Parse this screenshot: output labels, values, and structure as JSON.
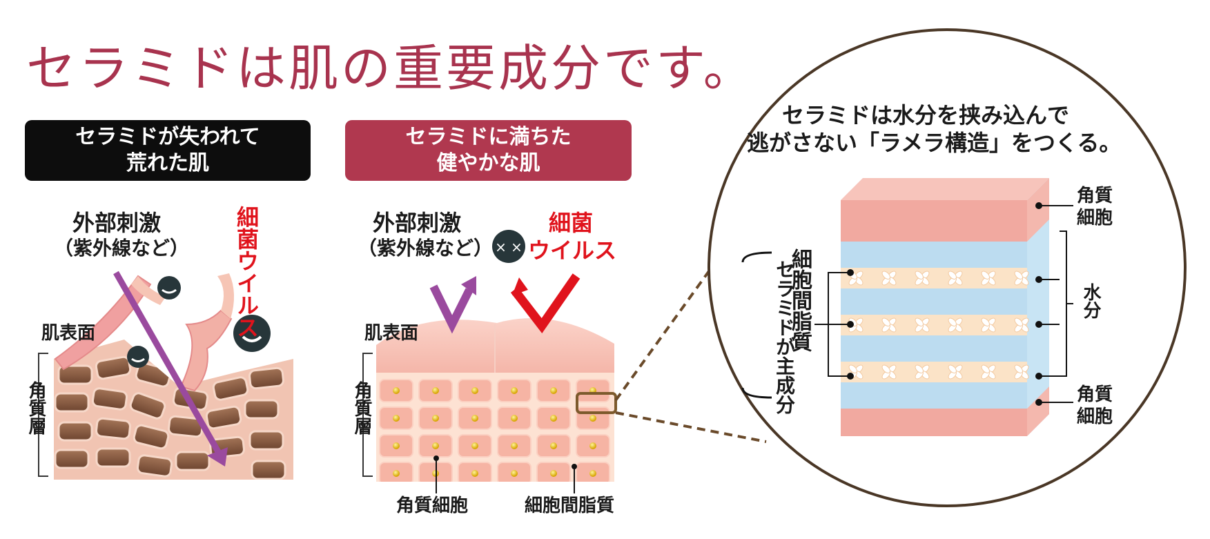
{
  "title": "セラミドは肌の重要成分です。",
  "panels": {
    "damaged": {
      "header_line1": "セラミドが失われて",
      "header_line2": "荒れた肌",
      "stimulus_line1": "外部刺激",
      "stimulus_line2": "（紫外線など）",
      "bacteria": "細菌ウイルス",
      "surface": "肌表面",
      "layer": "角質層"
    },
    "healthy": {
      "header_line1": "セラミドに満ちた",
      "header_line2": "健やかな肌",
      "stimulus_line1": "外部刺激",
      "stimulus_line2": "（紫外線など）",
      "bacteria_line1": "細菌",
      "bacteria_line2": "ウイルス",
      "surface": "肌表面",
      "layer": "角質層",
      "cell_label": "角質細胞",
      "lipid_label": "細胞間脂質"
    }
  },
  "zoom": {
    "caption_line1": "セラミドは水分を挟み込んで",
    "caption_line2": "逃がさない「ラメラ構造」をつくる。",
    "top_cell_label": "角質細胞",
    "water_label": "水分",
    "bottom_cell_label": "角質細胞",
    "lipid_label": "細胞間脂質",
    "ceramide_note": "セラミドが主成分"
  },
  "colors": {
    "title": "#a8334e",
    "healthy_header": "#b0384f",
    "damaged_header": "#0d0d0d",
    "accent_red": "#e0131c",
    "arrow_purple": "#9a4a9e",
    "skin_pink": "#f1a9a0",
    "water_blue": "#bcdcf0",
    "lipid_cream": "#fbe3c7",
    "circle_border": "#4a3726"
  }
}
